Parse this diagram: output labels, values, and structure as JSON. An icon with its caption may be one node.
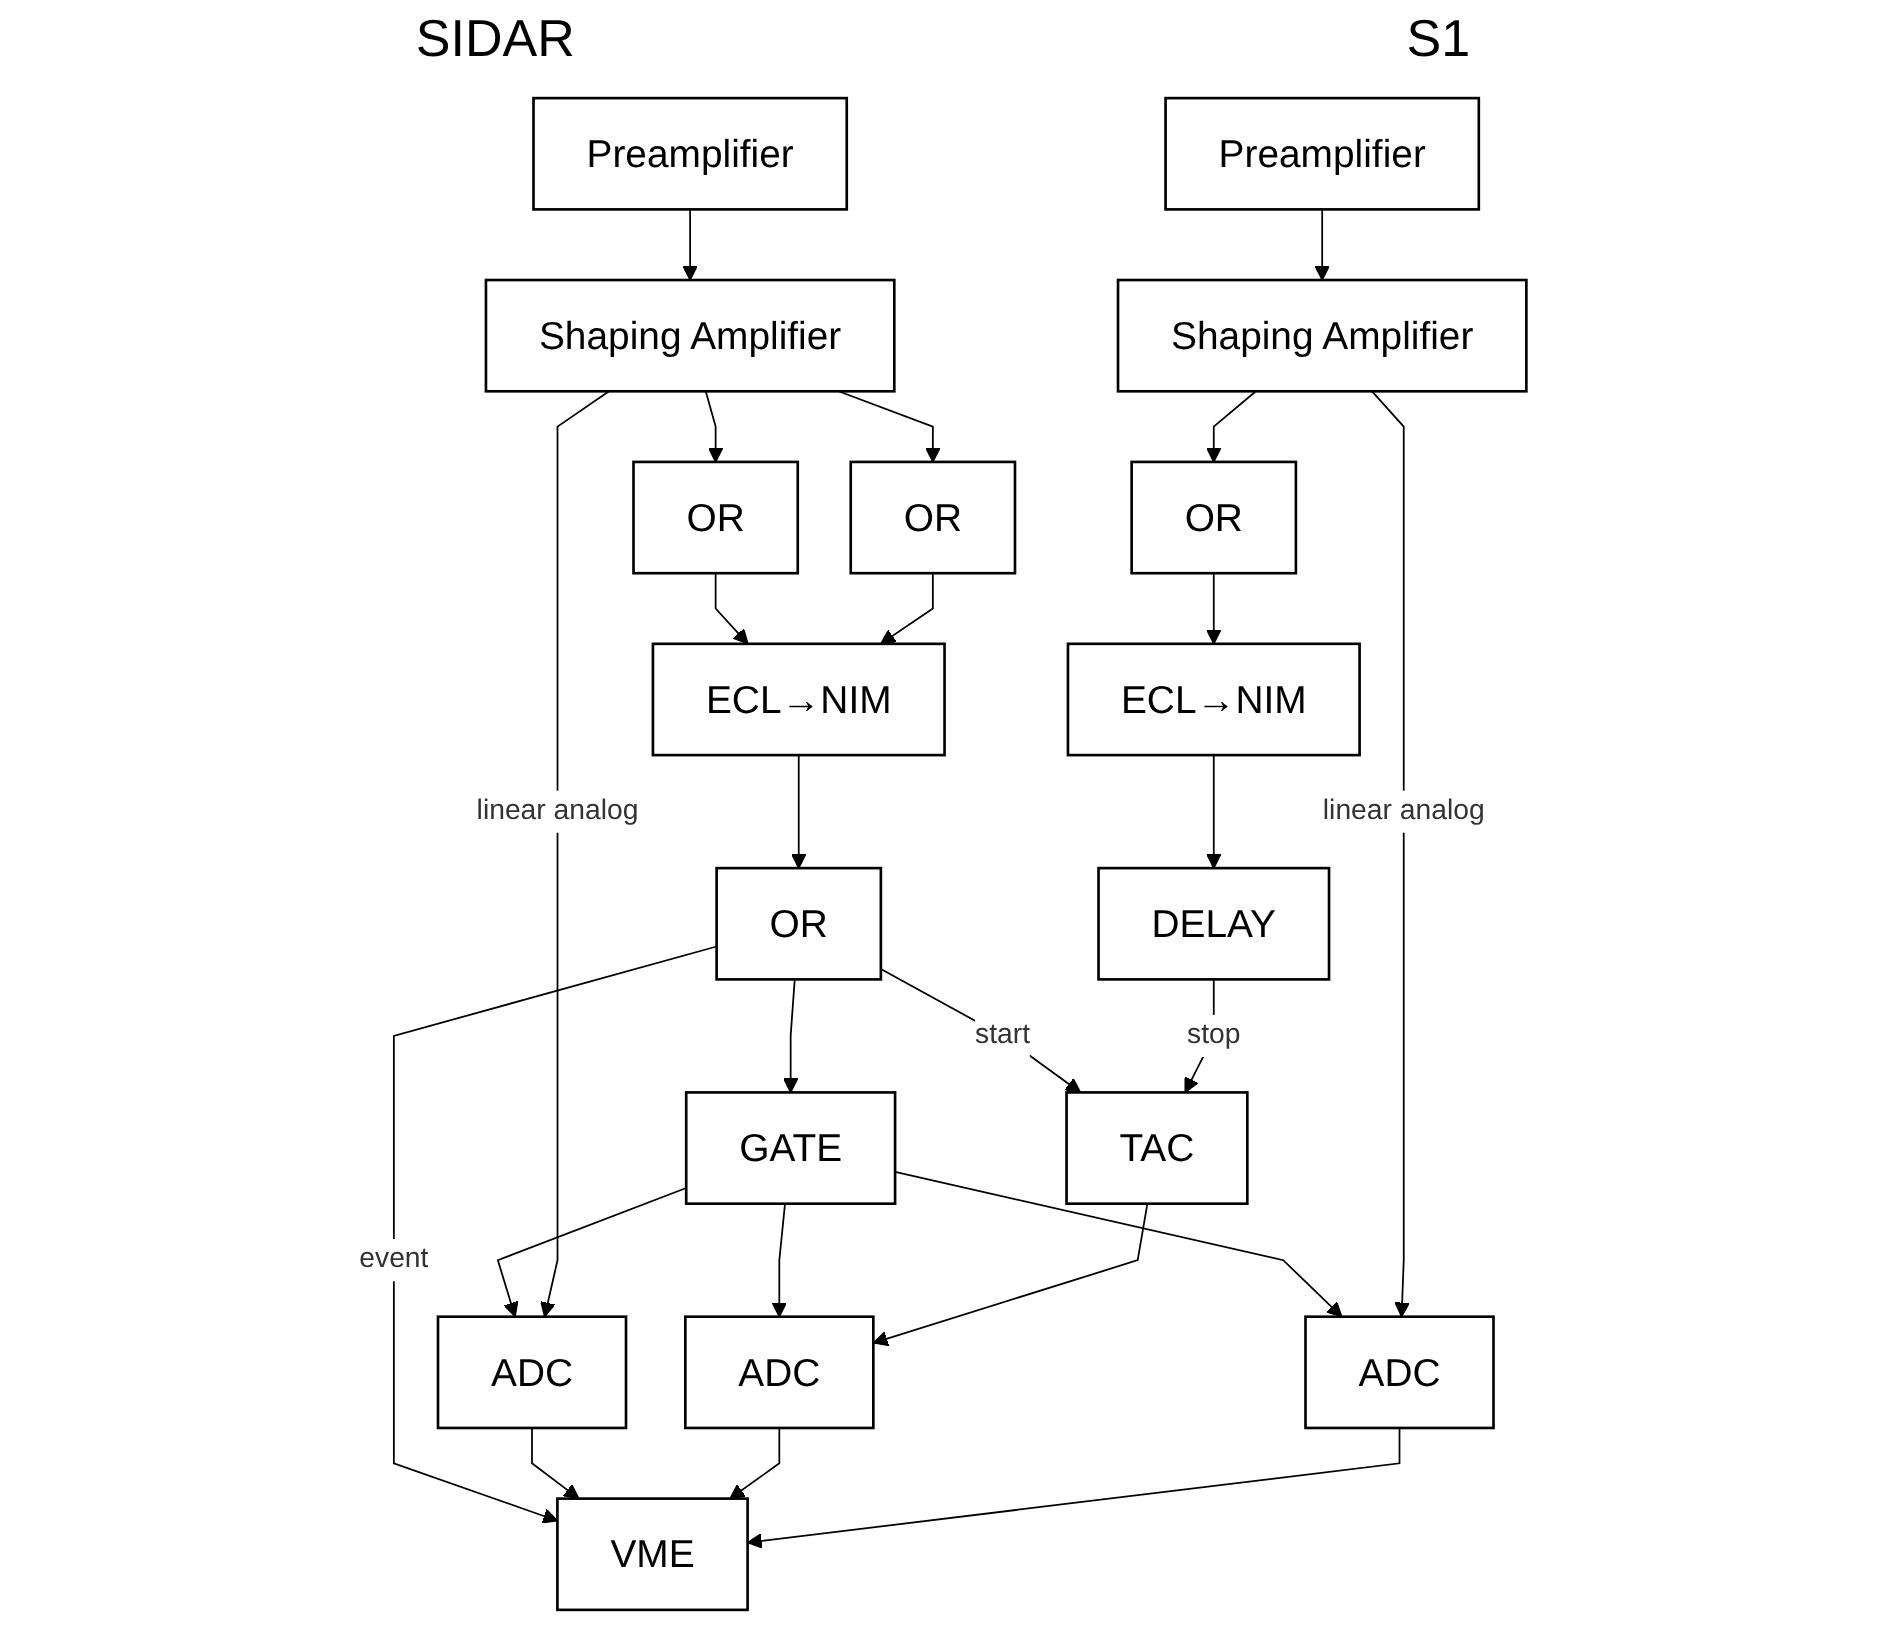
{
  "diagram": {
    "nodes": [
      {
        "text": [
          "Preamplifier"
        ]
      },
      {
        "text": [
          "Shaping Amplifier"
        ]
      },
      {
        "text": [
          "OR"
        ]
      },
      {
        "text": [
          "OR"
        ]
      },
      {
        "text": [
          "ECL→NIM"
        ]
      },
      {
        "text": [
          "OR"
        ]
      },
      {
        "text": [
          "GATE"
        ]
      },
      {
        "text": [
          "ADC"
        ]
      },
      {
        "text": [
          "VME"
        ]
      },
      {
        "text": [
          "Preamplifier"
        ]
      },
      {
        "text": [
          "Shaping Amplifier"
        ]
      },
      {
        "text": [
          "OR"
        ]
      },
      {
        "text": [
          "ECL→NIM"
        ]
      },
      {
        "text": [
          "DELAY"
        ]
      },
      {
        "text": [
          "TAC"
        ]
      },
      {
        "text": [
          "ADC"
        ]
      },
      {
        "text": [
          "ADC"
        ]
      }
    ],
    "edges": [
      {
        "from": 0,
        "to": 1,
        "arrow": "to"
      },
      {
        "from": 1,
        "to": 2,
        "arrow": "to"
      },
      {
        "from": 1,
        "to": 3,
        "arrow": "to"
      },
      {
        "from": 2,
        "to": 4,
        "arrow": "to"
      },
      {
        "from": 3,
        "to": 4,
        "arrow": "to"
      },
      {
        "from": 4,
        "to": 5,
        "arrow": "to"
      },
      {
        "from": 5,
        "to": 6,
        "arrow": "to"
      },
      {
        "from": 5,
        "to": 14,
        "label": "start",
        "arrow": "to"
      },
      {
        "from": 5,
        "to": 8,
        "label": "event",
        "arrow": "to"
      },
      {
        "from": 6,
        "to": 7,
        "arrow": "to"
      },
      {
        "from": 6,
        "to": 15,
        "arrow": "to"
      },
      {
        "from": 6,
        "to": 16,
        "arrow": "to"
      },
      {
        "from": 1,
        "to": 7,
        "label": "linear analog",
        "arrow": "to"
      },
      {
        "from": 14,
        "to": 15,
        "arrow": "to"
      },
      {
        "from": 7,
        "to": 8,
        "arrow": "to"
      },
      {
        "from": 15,
        "to": 8,
        "arrow": "to"
      },
      {
        "from": 16,
        "to": 8,
        "arrow": "to"
      },
      {
        "from": 9,
        "to": 10,
        "arrow": "to"
      },
      {
        "from": 10,
        "to": 11,
        "arrow": "to"
      },
      {
        "from": 11,
        "to": 12,
        "arrow": "to"
      },
      {
        "from": 12,
        "to": 13,
        "arrow": "to"
      },
      {
        "from": 13,
        "to": 14,
        "label": "stop",
        "arrow": "to"
      },
      {
        "from": 10,
        "to": 16,
        "label": "linear analog",
        "arrow": "to"
      }
    ],
    "labels": [
      "SIDAR",
      "S1"
    ]
  }
}
